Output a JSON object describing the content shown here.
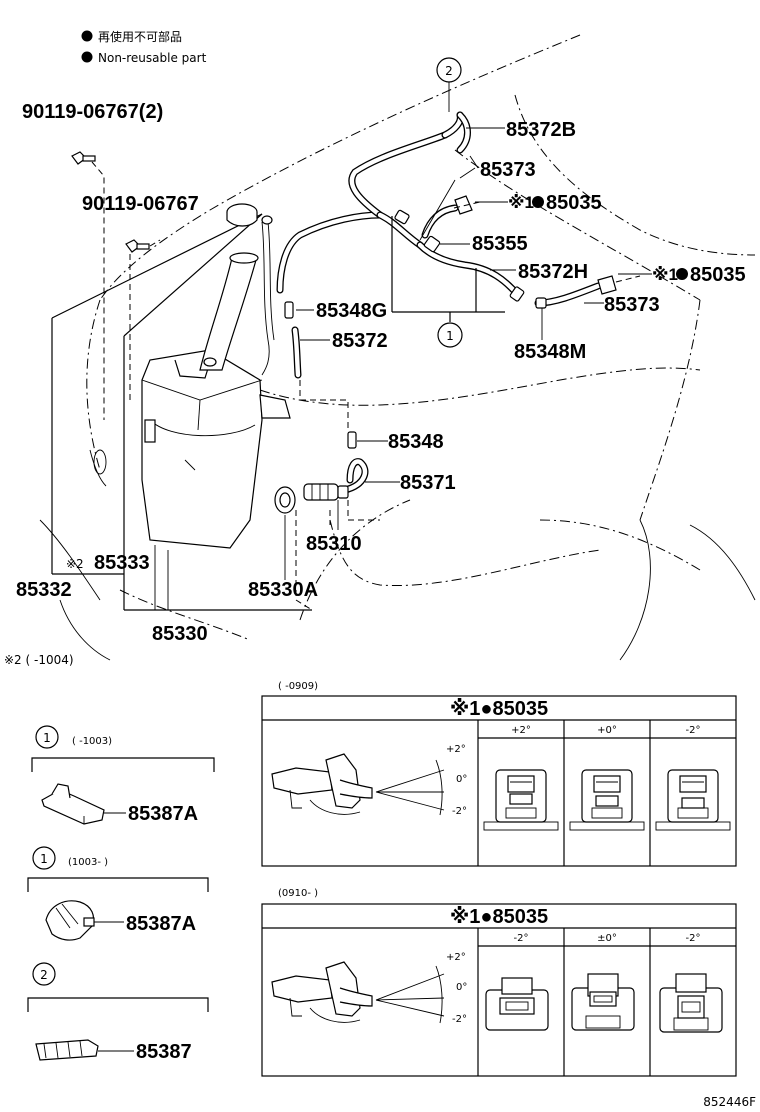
{
  "legend": {
    "jp_label": "再使用不可部品",
    "en_label": "Non-reusable part"
  },
  "parts": {
    "p90119_2": "90119-06767(2)",
    "p90119": "90119-06767",
    "p85372B": "85372B",
    "p85373_top": "85373",
    "p85035_a": "85035",
    "p85355": "85355",
    "p85372H": "85372H",
    "p85035_b": "85035",
    "p85373_r": "85373",
    "p85348G": "85348G",
    "p85372": "85372",
    "p85348M": "85348M",
    "p85348": "85348",
    "p85371": "85371",
    "p85310": "85310",
    "p85333": "85333",
    "p85332": "85332",
    "p85330A": "85330A",
    "p85330": "85330",
    "p85387A_a": "85387A",
    "p85387A_b": "85387A",
    "p85387": "85387"
  },
  "markers": {
    "ref1": "※1",
    "ref2": "※2",
    "circle1": "1",
    "circle2": "2"
  },
  "notes": {
    "note_2": "※2 (      -1004)",
    "note_c1a": "(      -1003)",
    "note_c1b": "(1003-      )",
    "range_a": "(      -0909)",
    "range_b": "(0910-      )"
  },
  "box_a": {
    "title": "※1●85035",
    "cols": [
      "+2°",
      "+0°",
      "-2°"
    ],
    "angle_top": "+2°",
    "angle_mid": "0°",
    "angle_bot": "-2°"
  },
  "box_b": {
    "title": "※1●85035",
    "cols": [
      "-2°",
      "±0°",
      "-2°"
    ],
    "angle_top": "+2°",
    "angle_mid": "0°",
    "angle_bot": "-2°"
  },
  "illustration_id": "852446F"
}
